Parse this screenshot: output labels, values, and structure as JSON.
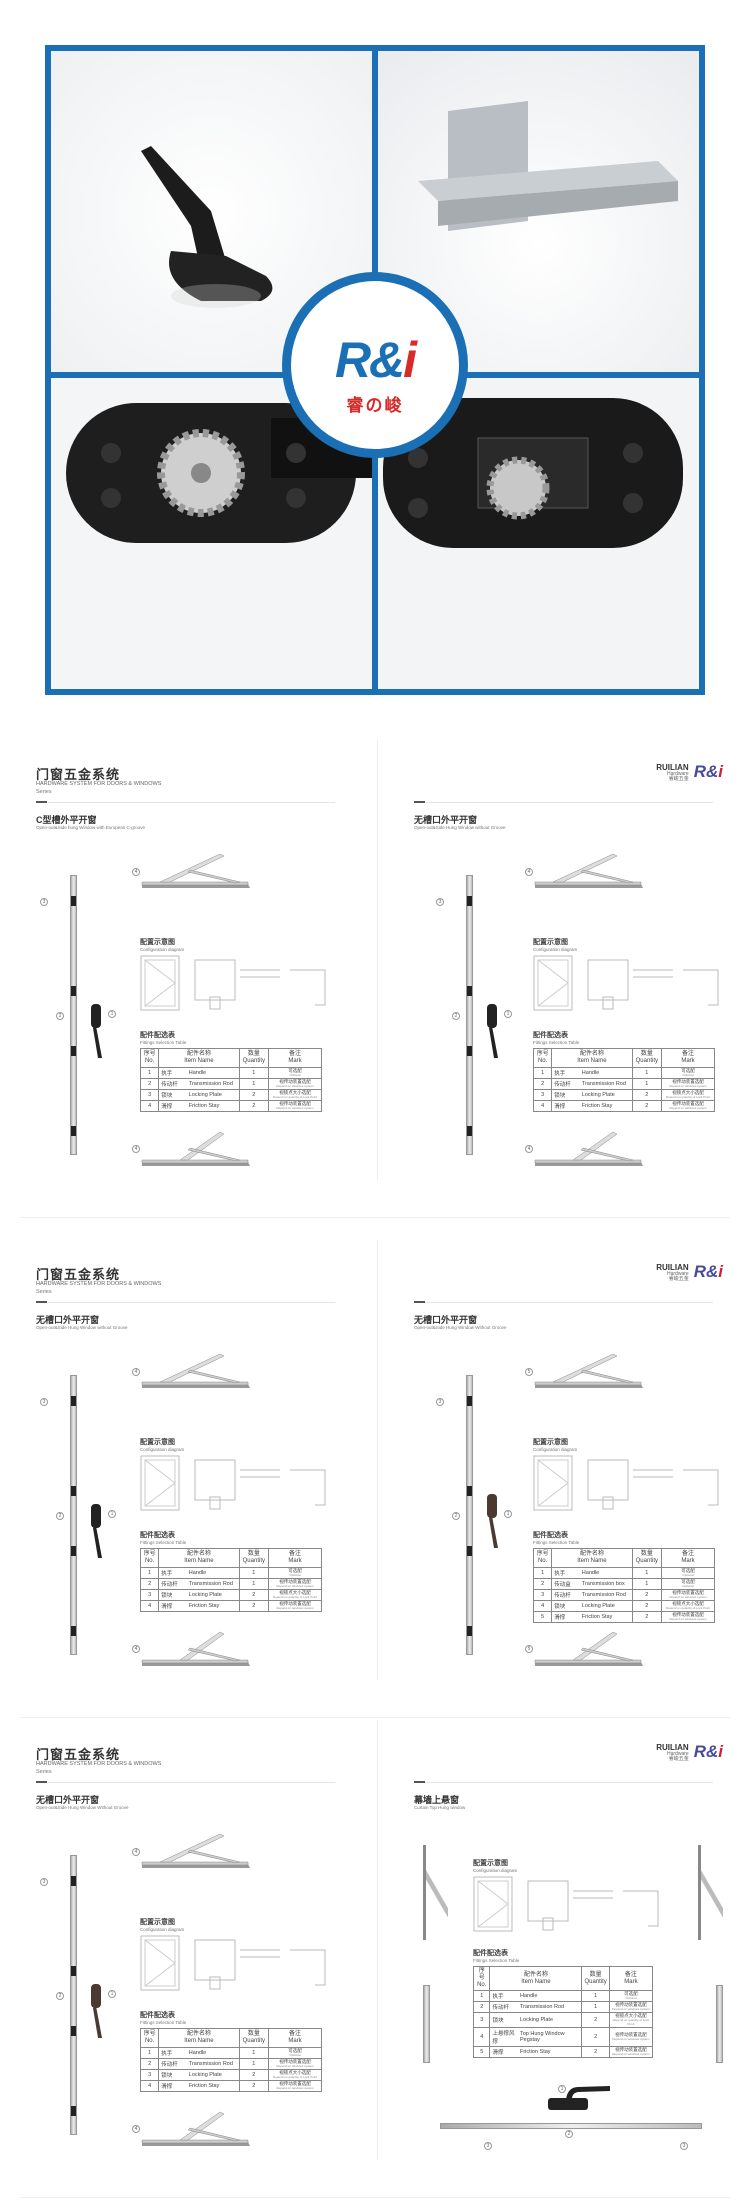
{
  "hero": {
    "logo_text": "R&",
    "logo_i": "i",
    "logo_cn": "睿の峻",
    "brand_blue": "#1a6fb5",
    "brand_red": "#d92a2a"
  },
  "common": {
    "header_cn": "门窗五金系统",
    "header_en": "HARDWARE SYSTEM FOR DOORS & WINDOWS",
    "header_series": "Series",
    "brand_name": "RUILIAN",
    "brand_sub": "Hardware",
    "brand_cn": "睿峻五金",
    "brand_logo": "R&",
    "brand_logo_i": "i",
    "config_cn": "配置示意图",
    "config_en": "Configuration diagram",
    "table_cn": "配件配选表",
    "table_en": "Fittings Selection Table",
    "col_no_cn": "序号",
    "col_no_en": "No.",
    "col_name_cn": "配件名称",
    "col_name_en": "Item Name",
    "col_qty_cn": "数量",
    "col_qty_en": "Quantity",
    "col_mark_cn": "备注",
    "col_mark_en": "Mark"
  },
  "pages": [
    {
      "side": "left",
      "title_cn": "C型槽外平开窗",
      "title_en": "Open-out&Side hung Window with European C-groove",
      "rows": [
        [
          "1",
          "执手",
          "Handle",
          "1",
          "可选配",
          "Optional"
        ],
        [
          "2",
          "传动杆",
          "Transmission Rod",
          "1",
          "视传动装置选配",
          "Depend on windows system"
        ],
        [
          "3",
          "锁块",
          "Locking Plate",
          "2",
          "视锁点大小选配",
          "Depend on quantity of Lock Point"
        ],
        [
          "4",
          "滑撑",
          "Friction Stay",
          "2",
          "视传动装置选配",
          "Depend on windows system"
        ]
      ]
    },
    {
      "side": "right",
      "title_cn": "无槽口外平开窗",
      "title_en": "Open-out&Side Hung Window without Groove",
      "rows": [
        [
          "1",
          "执手",
          "Handle",
          "1",
          "可选配",
          "Optional"
        ],
        [
          "2",
          "传动杆",
          "Transmission Rod",
          "1",
          "视传动装置选配",
          "Depend on windows system"
        ],
        [
          "3",
          "锁块",
          "Locking Plate",
          "2",
          "视锁点大小选配",
          "Depend on quantity of Lock Point"
        ],
        [
          "4",
          "滑撑",
          "Friction Stay",
          "2",
          "视传动装置选配",
          "Depend on windows system"
        ]
      ]
    },
    {
      "side": "left",
      "title_cn": "无槽口外平开窗",
      "title_en": "Open-out&Side Hung Window without Groove",
      "rows": [
        [
          "1",
          "执手",
          "Handle",
          "1",
          "可选配",
          "Optional"
        ],
        [
          "2",
          "传动杆",
          "Transmission Rod",
          "1",
          "视传动装置选配",
          "Depend on windows system"
        ],
        [
          "3",
          "锁块",
          "Locking Plate",
          "2",
          "视锁点大小选配",
          "Depend on quantity of Lock Point"
        ],
        [
          "4",
          "滑撑",
          "Friction Stay",
          "2",
          "视传动装置选配",
          "Depend on windows system"
        ]
      ]
    },
    {
      "side": "right",
      "title_cn": "无槽口外平开窗",
      "title_en": "Open-out&Side Hung Window Without Groove",
      "rows": [
        [
          "1",
          "执手",
          "Handle",
          "1",
          "可选配",
          "Optional"
        ],
        [
          "2",
          "传动盒",
          "Transmission box",
          "1",
          "可选配",
          "Optional"
        ],
        [
          "3",
          "传动杆",
          "Transmission Rod",
          "2",
          "视传动装置选配",
          "Depend on windows system"
        ],
        [
          "4",
          "锁块",
          "Locking Plate",
          "2",
          "视锁点大小选配",
          "Depend on quantity of Lock Point"
        ],
        [
          "5",
          "滑撑",
          "Friction Stay",
          "2",
          "视传动装置选配",
          "Depend on windows system"
        ]
      ]
    },
    {
      "side": "left",
      "title_cn": "无槽口外平开窗",
      "title_en": "Open-out&Side Hung Window Without Groove",
      "rows": [
        [
          "1",
          "执手",
          "Handle",
          "1",
          "可选配",
          "Optional"
        ],
        [
          "2",
          "传动杆",
          "Transmission Rod",
          "1",
          "视传动装置选配",
          "Depend on windows system"
        ],
        [
          "3",
          "锁块",
          "Locking Plate",
          "2",
          "视锁点大小选配",
          "Depend on quantity of Lock Point"
        ],
        [
          "4",
          "滑撑",
          "Friction Stay",
          "2",
          "视传动装置选配",
          "Depend on windows system"
        ]
      ]
    },
    {
      "side": "right",
      "title_cn": "幕墙上悬窗",
      "title_en": "Curtain Top Hung window",
      "rows": [
        [
          "1",
          "执手",
          "Handle",
          "1",
          "可选配",
          "Optional"
        ],
        [
          "2",
          "传动杆",
          "Transmission Rod",
          "1",
          "视传动装置选配",
          "Depend on windows system"
        ],
        [
          "3",
          "锁块",
          "Locking Plate",
          "2",
          "视锁点大小选配",
          "Depend on quantity of Lock Point"
        ],
        [
          "4",
          "上悬撑风撑",
          "Top Hung Window Pegstay",
          "2",
          "视传动装置选配",
          "Depend on windows system"
        ],
        [
          "5",
          "滑撑",
          "Friction Stay",
          "2",
          "视传动装置选配",
          "Depend on windows system"
        ]
      ]
    }
  ]
}
